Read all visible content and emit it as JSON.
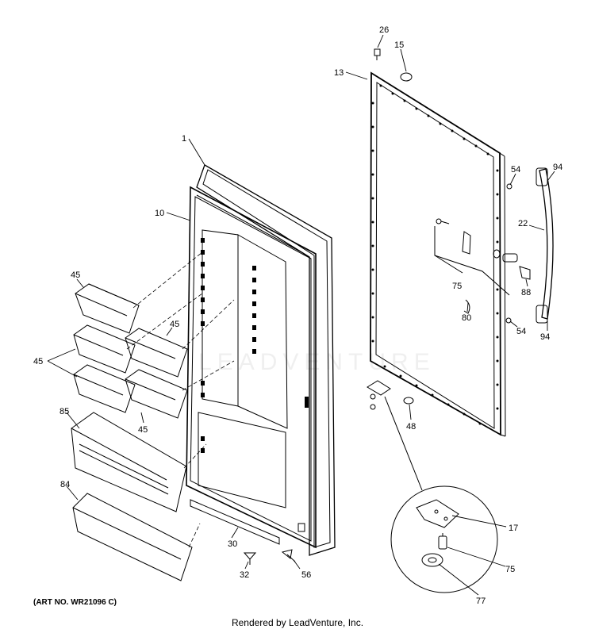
{
  "art_number": "(ART NO. WR21096 C)",
  "footer": "Rendered by LeadVenture, Inc.",
  "watermark": "LEADVENTURE",
  "callouts": {
    "c26": "26",
    "c15": "15",
    "c13": "13",
    "c1": "1",
    "c10": "10",
    "c54a": "54",
    "c94a": "94",
    "c22": "22",
    "c75a": "75",
    "c88": "88",
    "c80": "80",
    "c54b": "54",
    "c94b": "94",
    "c48": "48",
    "c45a": "45",
    "c45b": "45",
    "c45c": "45",
    "c45d": "45",
    "c85": "85",
    "c84": "84",
    "c30": "30",
    "c32": "32",
    "c56": "56",
    "c17": "17",
    "c75b": "75",
    "c77": "77"
  }
}
